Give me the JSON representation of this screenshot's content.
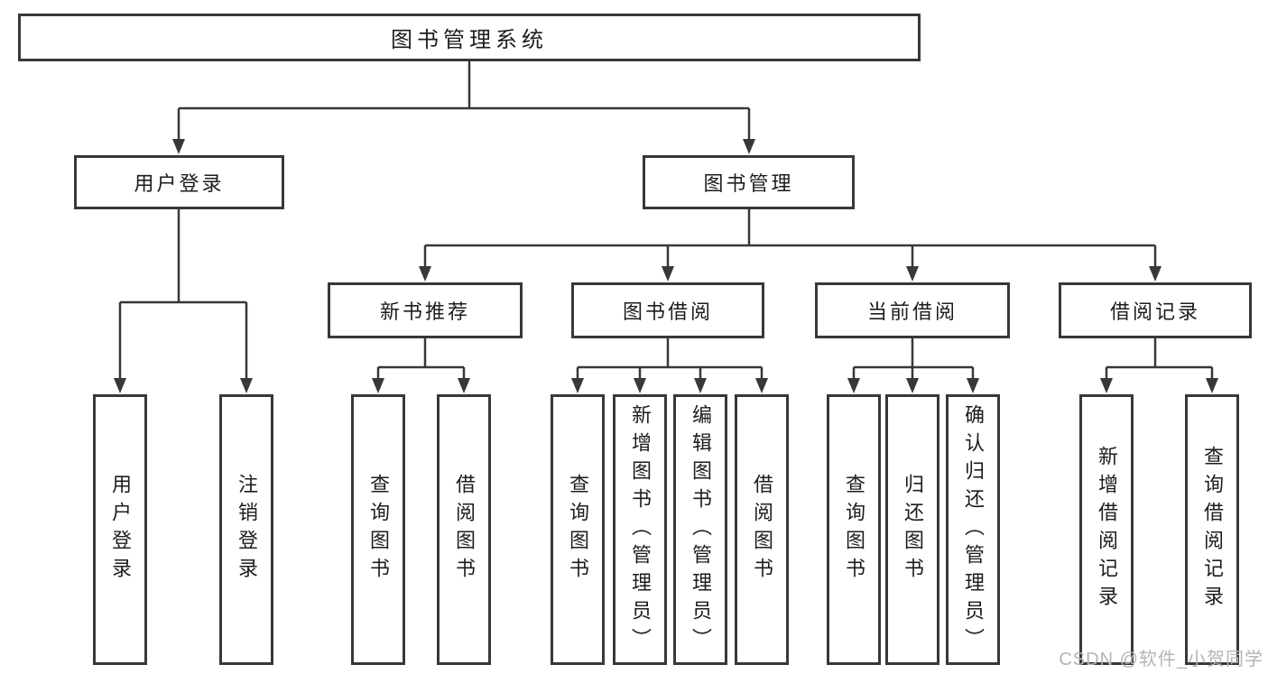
{
  "tree": {
    "root": {
      "label": "图书管理系统",
      "children": [
        {
          "label": "用户登录",
          "children": [
            {
              "label": "用户登录"
            },
            {
              "label": "注销登录"
            }
          ]
        },
        {
          "label": "图书管理",
          "children": [
            {
              "label": "新书推荐",
              "children": [
                {
                  "label": "查询图书"
                },
                {
                  "label": "借阅图书"
                }
              ]
            },
            {
              "label": "图书借阅",
              "children": [
                {
                  "label": "查询图书"
                },
                {
                  "label": "新增图书（管理员）"
                },
                {
                  "label": "编辑图书（管理员）"
                },
                {
                  "label": "借阅图书"
                }
              ]
            },
            {
              "label": "当前借阅",
              "children": [
                {
                  "label": "查询图书"
                },
                {
                  "label": "归还图书"
                },
                {
                  "label": "确认归还（管理员）"
                }
              ]
            },
            {
              "label": "借阅记录",
              "children": [
                {
                  "label": "新增借阅记录"
                },
                {
                  "label": "查询借阅记录"
                }
              ]
            }
          ]
        }
      ]
    }
  },
  "watermark": "CSDN @软件_小贺同学",
  "colors": {
    "line": "#383838",
    "box_border": "#383838",
    "text": "#1d1d1f",
    "watermark": "#b4b4b4",
    "background": "#ffffff"
  }
}
